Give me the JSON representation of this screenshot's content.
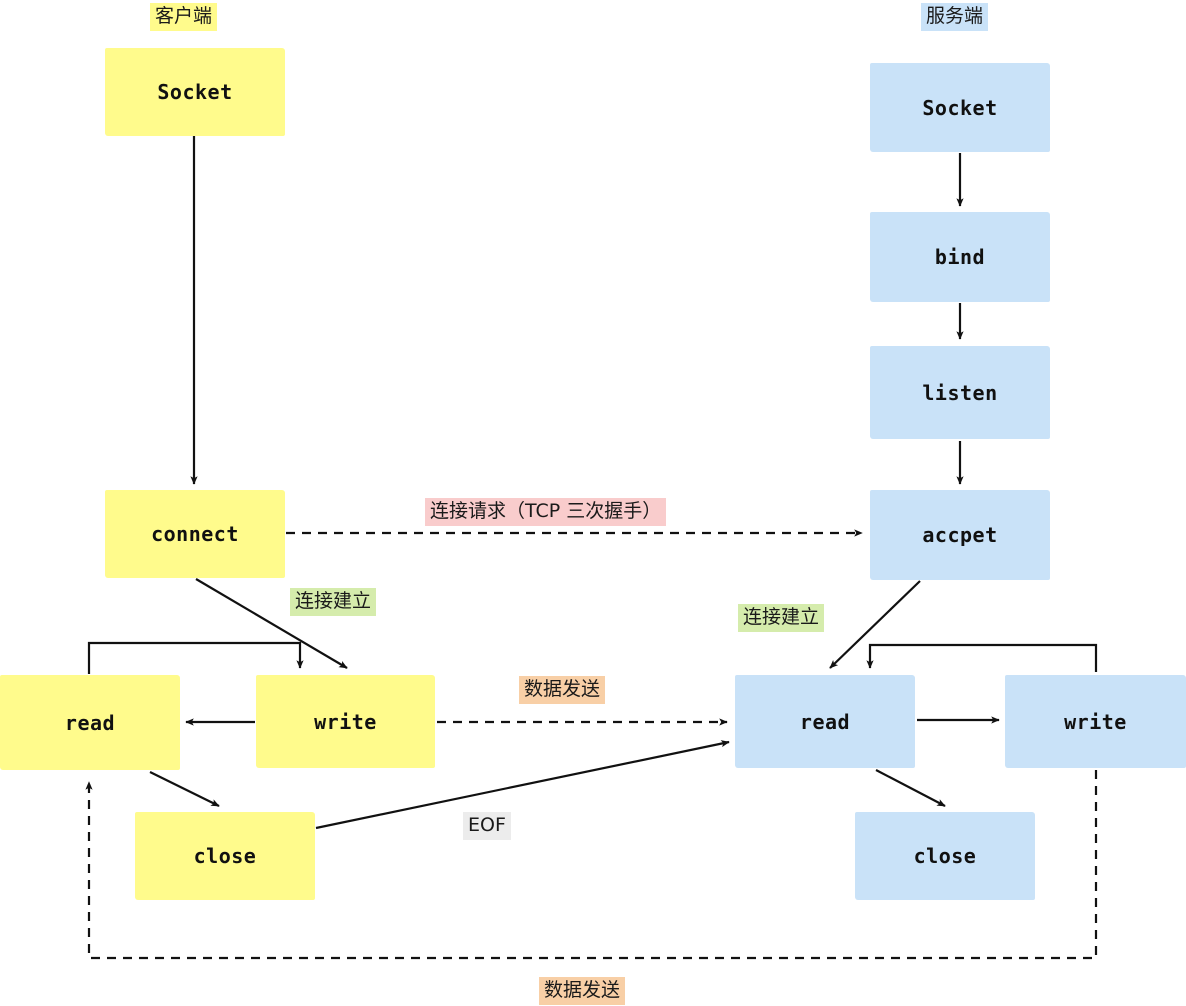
{
  "diagram": {
    "title_client": "客户端",
    "title_server": "服务端",
    "type": "flowchart",
    "colors": {
      "client_fill": "#fffb8c",
      "server_fill": "#c9e2f8",
      "stroke": "#1a1a1a",
      "hl_pink": "#f9cccc",
      "hl_green": "#d5ecac",
      "hl_orange": "#f8cfa6",
      "hl_grey": "#ececec"
    }
  },
  "client": {
    "label": "客户端",
    "nodes": [
      {
        "id": "c-socket",
        "label": "Socket"
      },
      {
        "id": "c-connect",
        "label": "connect"
      },
      {
        "id": "c-read",
        "label": "read"
      },
      {
        "id": "c-write",
        "label": "write"
      },
      {
        "id": "c-close",
        "label": "close"
      }
    ]
  },
  "server": {
    "label": "服务端",
    "nodes": [
      {
        "id": "s-socket",
        "label": "Socket"
      },
      {
        "id": "s-bind",
        "label": "bind"
      },
      {
        "id": "s-listen",
        "label": "listen"
      },
      {
        "id": "s-accept",
        "label": "accpet"
      },
      {
        "id": "s-read",
        "label": "read"
      },
      {
        "id": "s-write",
        "label": "write"
      },
      {
        "id": "s-close",
        "label": "close"
      }
    ]
  },
  "edge_labels": {
    "connect_request": "连接请求（TCP 三次握手）",
    "connection_established_client": "连接建立",
    "connection_established_server": "连接建立",
    "data_send_top": "数据发送",
    "data_send_bottom": "数据发送",
    "eof": "EOF"
  }
}
